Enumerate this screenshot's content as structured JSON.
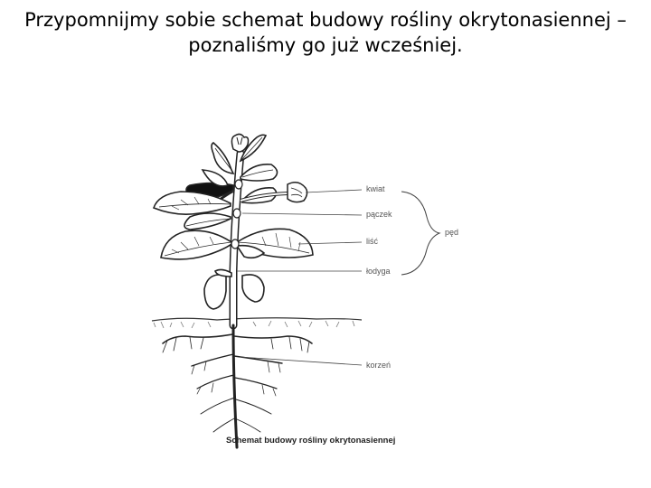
{
  "slide": {
    "title_line1": "Przypomnijmy sobie schemat budowy rośliny okrytonasiennej –",
    "title_line2": "poznaliśmy go już wcześniej."
  },
  "diagram": {
    "labels": {
      "flower": "kwiat",
      "bud": "pączek",
      "leaf": "liść",
      "stem": "łodyga",
      "root": "korzeń",
      "shoot": "pęd"
    },
    "caption": "Schemat budowy rośliny okrytonasiennej"
  }
}
